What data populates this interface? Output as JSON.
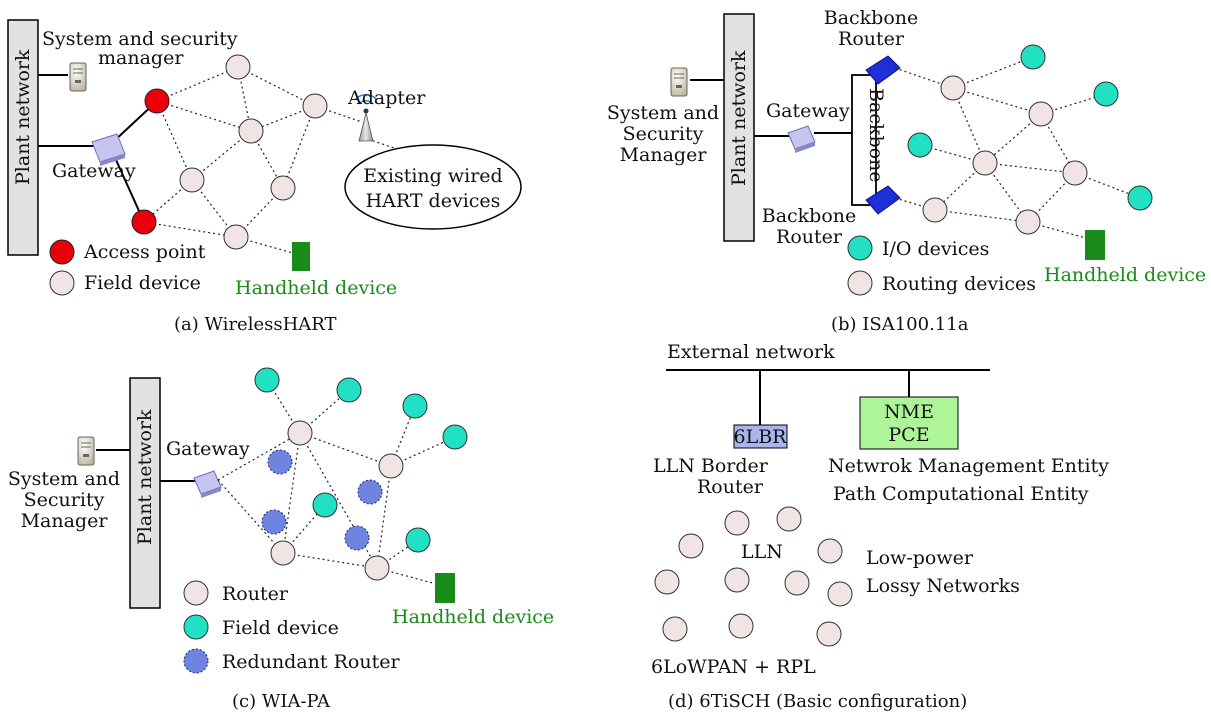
{
  "colors": {
    "access_point": "#e8000b",
    "field_device": "#f0e4e4",
    "io_device": "#22e0c4",
    "redundant_router": "#6f84de",
    "handheld": "#1a8a1a",
    "plant_network_fill": "#e2e2e2",
    "sixlbr_fill": "#aab4ee",
    "nme_fill": "#aef59a",
    "backbone_router": "#1f2fd8",
    "gateway": "#c5c5f0"
  },
  "panel_a": {
    "plant_network": "Plant network",
    "system_manager_line1": "System and security",
    "system_manager_line2": "manager",
    "gateway": "Gateway",
    "adapter": "Adapter",
    "wired_line1": "Existing wired",
    "wired_line2": "HART devices",
    "legend_access_point": "Access point",
    "legend_field_device": "Field device",
    "handheld": "Handheld device",
    "caption": "(a)  WirelessHART"
  },
  "panel_b": {
    "plant_network": "Plant network",
    "system_manager_line1": "System and",
    "system_manager_line2": "Security",
    "system_manager_line3": "Manager",
    "gateway": "Gateway",
    "backbone": "Backbone",
    "backbone_router_top_line1": "Backbone",
    "backbone_router_top_line2": "Router",
    "backbone_router_bottom_line1": "Backbone",
    "backbone_router_bottom_line2": "Router",
    "legend_io": "I/O devices",
    "legend_routing": "Routing devices",
    "handheld": "Handheld device",
    "caption": "(b)  ISA100.11a"
  },
  "panel_c": {
    "plant_network": "Plant network",
    "system_manager_line1": "System and",
    "system_manager_line2": "Security",
    "system_manager_line3": "Manager",
    "gateway": "Gateway",
    "legend_router": "Router",
    "legend_field_device": "Field device",
    "legend_redundant": "Redundant Router",
    "handheld": "Handheld device",
    "caption": "(c)  WIA-PA"
  },
  "panel_d": {
    "external_network": "External network",
    "sixlbr": "6LBR",
    "nme": "NME",
    "pce": "PCE",
    "lbr_line1": "LLN Border",
    "lbr_line2": "Router",
    "nme_desc": "Netwrok Management  Entity",
    "pce_desc": "Path Computational Entity",
    "lln": "LLN",
    "lowpower_line1": "Low-power",
    "lowpower_line2": "Lossy Networks",
    "stack": "6LoWPAN + RPL",
    "caption": "(d)  6TiSCH (Basic configuration)"
  }
}
